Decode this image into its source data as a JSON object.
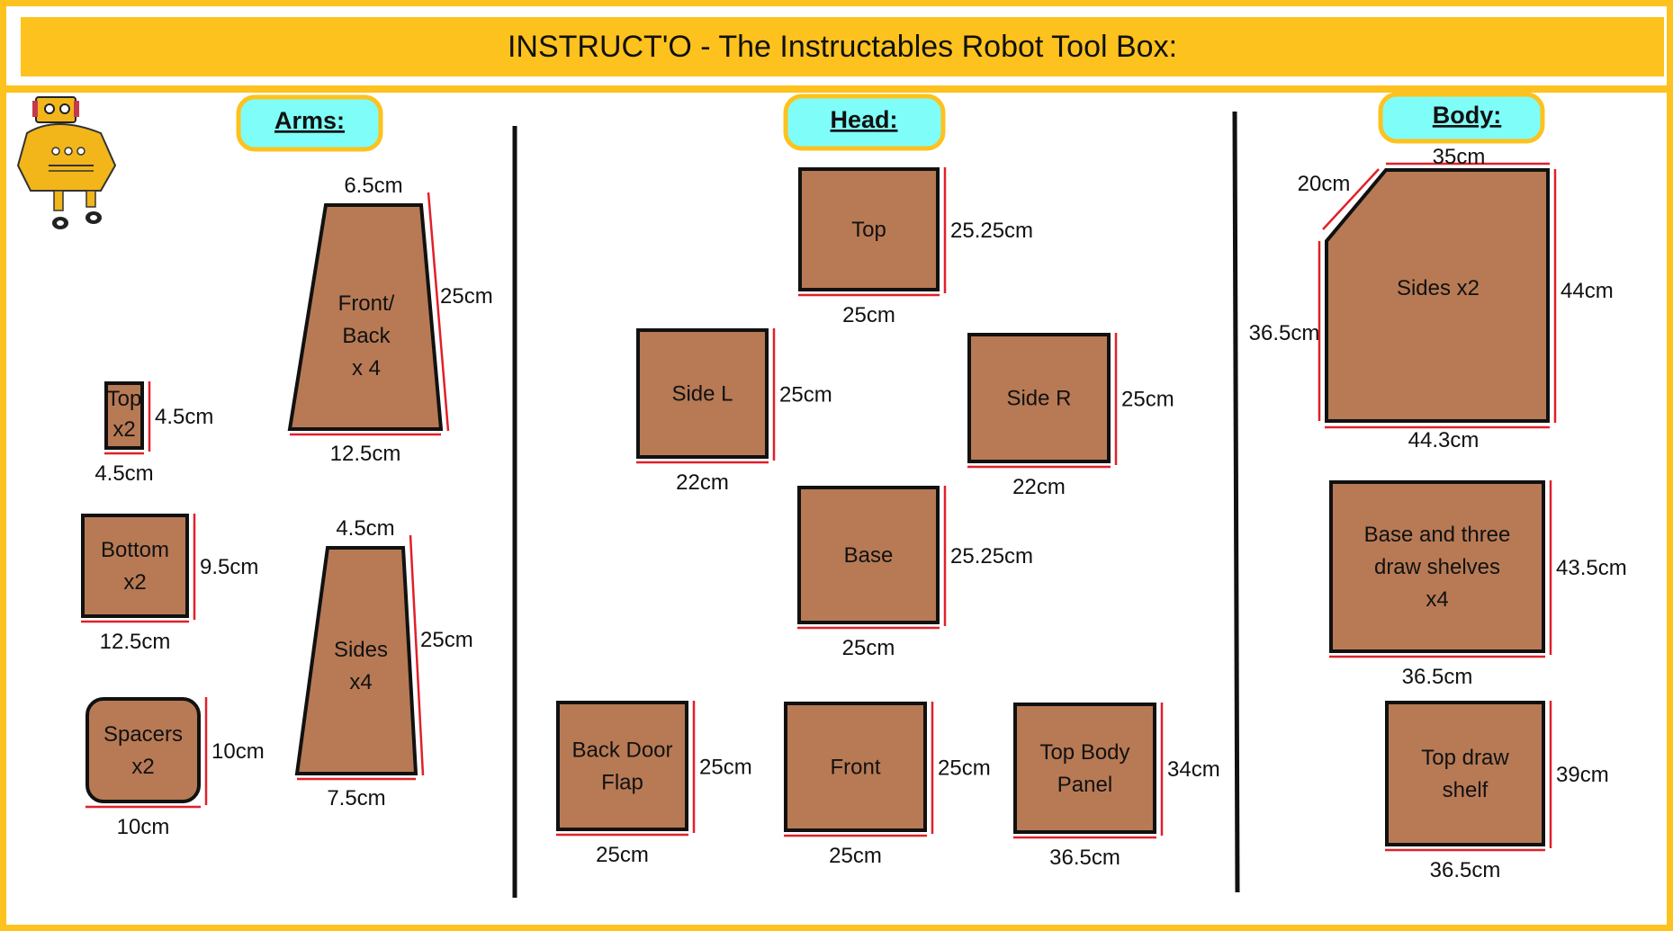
{
  "title": "INSTRUCT'O  -  The Instructables Robot Tool Box:",
  "colors": {
    "accent": "#FDC21E",
    "piece": "#B77A55",
    "pill": "#7FFDF8",
    "measure": "#E0202A"
  },
  "sections": {
    "arms": "Arms:",
    "head": "Head:",
    "body": "Body:"
  },
  "pieces": {
    "arms_top": {
      "label": [
        "Top",
        "x2"
      ],
      "w": "4.5cm",
      "h": "4.5cm"
    },
    "arms_bottom": {
      "label": [
        "Bottom",
        "x2"
      ],
      "w": "12.5cm",
      "h": "9.5cm"
    },
    "arms_spacers": {
      "label": [
        "Spacers",
        "x2"
      ],
      "w": "10cm",
      "h": "10cm"
    },
    "arms_front_back": {
      "label": [
        "Front/",
        "Back",
        "x 4"
      ],
      "top": "6.5cm",
      "bottom": "12.5cm",
      "side": "25cm"
    },
    "arms_sides": {
      "label": [
        "Sides",
        "x4"
      ],
      "top": "4.5cm",
      "bottom": "7.5cm",
      "side": "25cm"
    },
    "head_top": {
      "label": [
        "Top"
      ],
      "w": "25cm",
      "h": "25.25cm"
    },
    "head_side_l": {
      "label": [
        "Side L"
      ],
      "w": "22cm",
      "h": "25cm"
    },
    "head_side_r": {
      "label": [
        "Side R"
      ],
      "w": "22cm",
      "h": "25cm"
    },
    "head_base": {
      "label": [
        "Base"
      ],
      "w": "25cm",
      "h": "25.25cm"
    },
    "head_back_door": {
      "label": [
        "Back Door",
        "Flap"
      ],
      "w": "25cm",
      "h": "25cm"
    },
    "head_front": {
      "label": [
        "Front"
      ],
      "w": "25cm",
      "h": "25cm"
    },
    "head_top_body": {
      "label": [
        "Top Body",
        "Panel"
      ],
      "w": "36.5cm",
      "h": "34cm"
    },
    "body_sides": {
      "label": [
        "Sides x2"
      ],
      "top": "35cm",
      "diag": "20cm",
      "left": "36.5cm",
      "right": "44cm",
      "bottom": "44.3cm"
    },
    "body_base": {
      "label": [
        "Base and three",
        "draw shelves",
        "x4"
      ],
      "w": "36.5cm",
      "h": "43.5cm"
    },
    "body_top_draw": {
      "label": [
        "Top draw",
        "shelf"
      ],
      "w": "36.5cm",
      "h": "39cm"
    }
  }
}
